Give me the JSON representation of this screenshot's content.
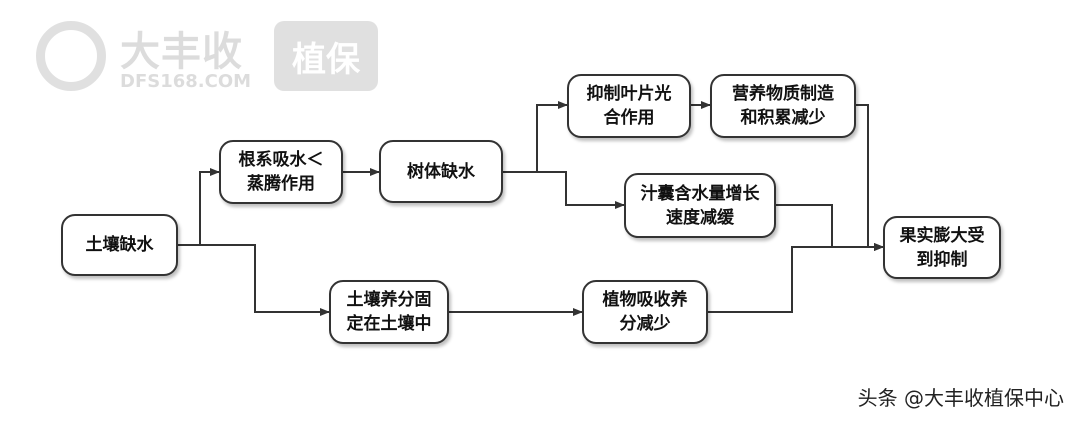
{
  "logo": {
    "name": "大丰收",
    "url": "DFS168.COM",
    "box_text": "植保"
  },
  "nodes": {
    "soil_water_shortage": "土壤缺水",
    "root_absorption": "根系吸水＜\n蒸腾作用",
    "tree_water_shortage": "树体缺水",
    "inhibit_photosynthesis": "抑制叶片光\n合作用",
    "nutrient_reduction": "营养物质制造\n和积累减少",
    "vacuole_growth": "汁囊含水量增长\n速度减缓",
    "nutrient_fixation": "土壤养分固\n定在土壤中",
    "plant_uptake": "植物吸收养\n分减少",
    "fruit_expansion": "果实膨大受\n到抑制"
  },
  "watermark": "头条 @大丰收植保中心",
  "colors": {
    "line": "#333333",
    "box_border": "#333333"
  }
}
